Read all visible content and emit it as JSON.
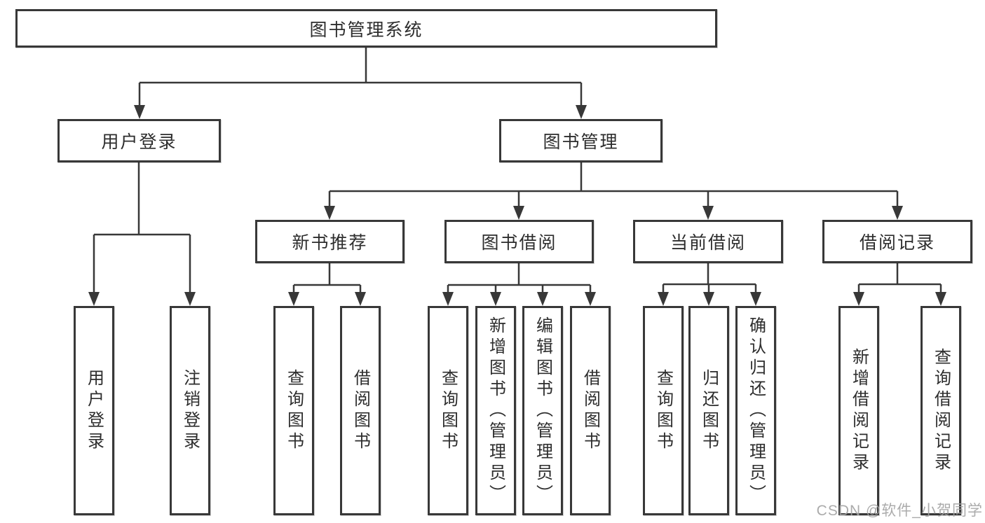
{
  "tree": {
    "root": {
      "label": "图书管理系统",
      "children": [
        {
          "label": "用户登录",
          "children": [
            {
              "label": "用户登录"
            },
            {
              "label": "注销登录"
            }
          ]
        },
        {
          "label": "图书管理",
          "children": [
            {
              "label": "新书推荐",
              "children": [
                {
                  "label": "查询图书"
                },
                {
                  "label": "借阅图书"
                }
              ]
            },
            {
              "label": "图书借阅",
              "children": [
                {
                  "label": "查询图书"
                },
                {
                  "label": "新增图书（管理员）"
                },
                {
                  "label": "编辑图书（管理员）"
                },
                {
                  "label": "借阅图书"
                }
              ]
            },
            {
              "label": "当前借阅",
              "children": [
                {
                  "label": "查询图书"
                },
                {
                  "label": "归还图书"
                },
                {
                  "label": "确认归还（管理员）"
                }
              ]
            },
            {
              "label": "借阅记录",
              "children": [
                {
                  "label": "新增借阅记录"
                },
                {
                  "label": "查询借阅记录"
                }
              ]
            }
          ]
        }
      ]
    }
  },
  "watermark": {
    "text": "CSDN @软件_小贺同学"
  },
  "colors": {
    "line": "#383838",
    "text": "#2d2d2d",
    "watermark": "#a3a3a3",
    "background": "#ffffff"
  }
}
